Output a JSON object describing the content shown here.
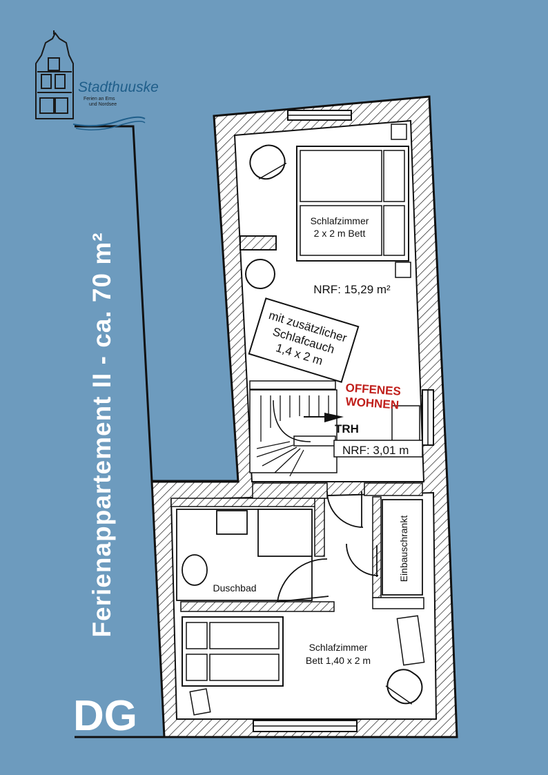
{
  "title": "Ferienappartement II - ca. 70 m²",
  "floor": "DG",
  "logo": {
    "brand": "Stadthuuske",
    "tagline_line1": "Ferien an Ems",
    "tagline_line2": "und Nordsee"
  },
  "rooms": {
    "bedroom_top": {
      "name": "Schlafzimmer",
      "detail": "2 x 2 m Bett",
      "area": "NRF: 15,29 m²"
    },
    "sofa_note": {
      "line1": "mit zusätzlicher",
      "line2": "Schlafcauch",
      "line3": "1,4 x 2 m"
    },
    "open_living": {
      "line1": "OFFENES",
      "line2": "WOHNEN"
    },
    "stair": {
      "label": "TRH",
      "area": "NRF: 3,01 m"
    },
    "bathroom": {
      "name": "Duschbad"
    },
    "closet": {
      "name": "Einbauschrankt"
    },
    "bedroom_bottom": {
      "name": "Schlafzimmer",
      "detail": "Bett 1,40 x 2 m"
    }
  },
  "colors": {
    "background": "#6d9bbe",
    "walls": "#1a1a1a",
    "floor": "#ffffff",
    "title": "#ffffff",
    "accent_red": "#c0201c",
    "logo_blue": "#1f5e8a"
  }
}
